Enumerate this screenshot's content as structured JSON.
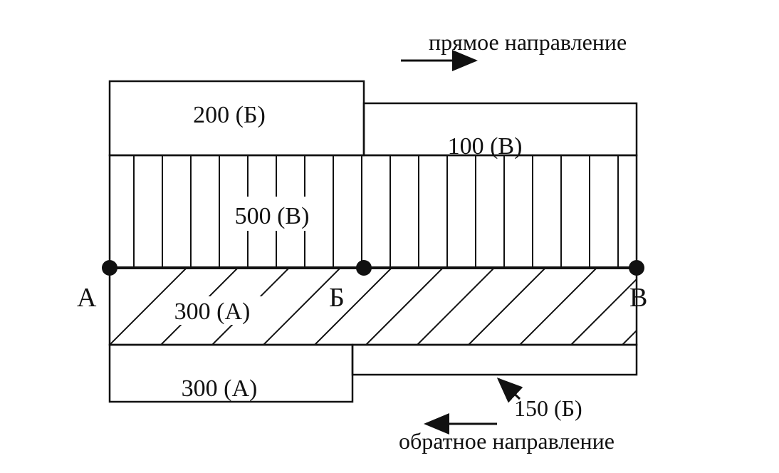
{
  "direction": {
    "forward_label": "прямое направление",
    "reverse_label": "обратное направление"
  },
  "stations": {
    "a": "А",
    "b": "Б",
    "c": "В"
  },
  "forward_flows": {
    "flow_200": "200 (Б)",
    "flow_100": "100 (В)",
    "flow_500": "500 (В)"
  },
  "reverse_flows": {
    "flow_300_hatched": "300 (А)",
    "flow_300": "300 (А)",
    "flow_150": "150 (Б)"
  },
  "colors": {
    "line": "#111111",
    "background": "#ffffff"
  }
}
